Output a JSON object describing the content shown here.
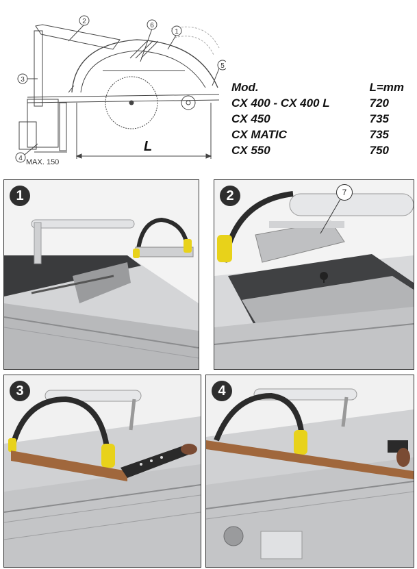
{
  "diagram": {
    "callouts": [
      "1",
      "2",
      "3",
      "4",
      "5",
      "6"
    ],
    "dimension_label": "L",
    "max_label": "MAX. 150"
  },
  "spec_table": {
    "header": {
      "model": "Mod.",
      "length": "L=mm"
    },
    "rows": [
      {
        "model": "CX 400 - CX 400 L",
        "length": "720"
      },
      {
        "model": "CX 450",
        "length": "735"
      },
      {
        "model": "CX MATIC",
        "length": "735"
      },
      {
        "model": "CX 550",
        "length": "750"
      }
    ]
  },
  "photos": [
    {
      "step": "1"
    },
    {
      "step": "2",
      "callout": "7"
    },
    {
      "step": "3"
    },
    {
      "step": "4"
    }
  ],
  "colors": {
    "guard_yellow": "#e8d21a",
    "wood": "#a0673c",
    "machine_gray": "#c8c9cb",
    "hood_dark": "#2b2b2b"
  }
}
